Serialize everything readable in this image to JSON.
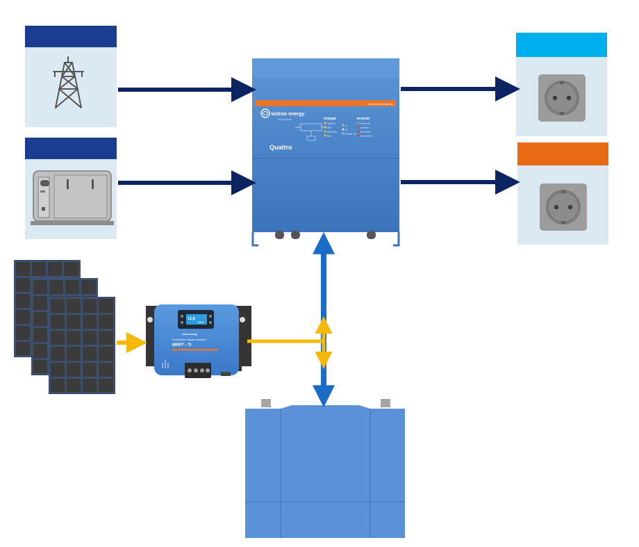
{
  "quattro": {
    "brand": "victron energy",
    "brand_tagline": "BLUE POWER",
    "website": "www.victronenergy.com",
    "model": "Quattro",
    "charger_heading": "charger",
    "inverter_heading": "inverter",
    "charger_leds": [
      "mains on",
      "bulk",
      "absorption",
      "float"
    ],
    "inverter_leds": [
      "inverter on",
      "overload",
      "low battery",
      "temperature"
    ],
    "switch_labels": [
      "on",
      "off",
      "charger only"
    ]
  },
  "mppt": {
    "brand": "victron energy",
    "product_line": "SmartSolar charge controller",
    "model": "MPPT - Tr",
    "display_left": "12.8",
    "display_right": "15.5"
  },
  "colors": {
    "dark_arrow": "#0c2462",
    "blue_arrow": "#1b6cc4",
    "yellow_arrow": "#f6b90a",
    "grid_header": "#1a3d8f",
    "generator_header": "#1a3d8f",
    "output1_header": "#00b0ee",
    "output2_header": "#e86a12",
    "tile_bg": "#dbeaf2",
    "quattro_body": "#3e7bc4",
    "battery_body": "#5b91d8"
  },
  "icons": {
    "grid_tile": "transmission-tower-icon",
    "generator_tile": "generator-icon",
    "output_tiles": "power-socket-icon",
    "solar": "solar-panel-icon"
  }
}
